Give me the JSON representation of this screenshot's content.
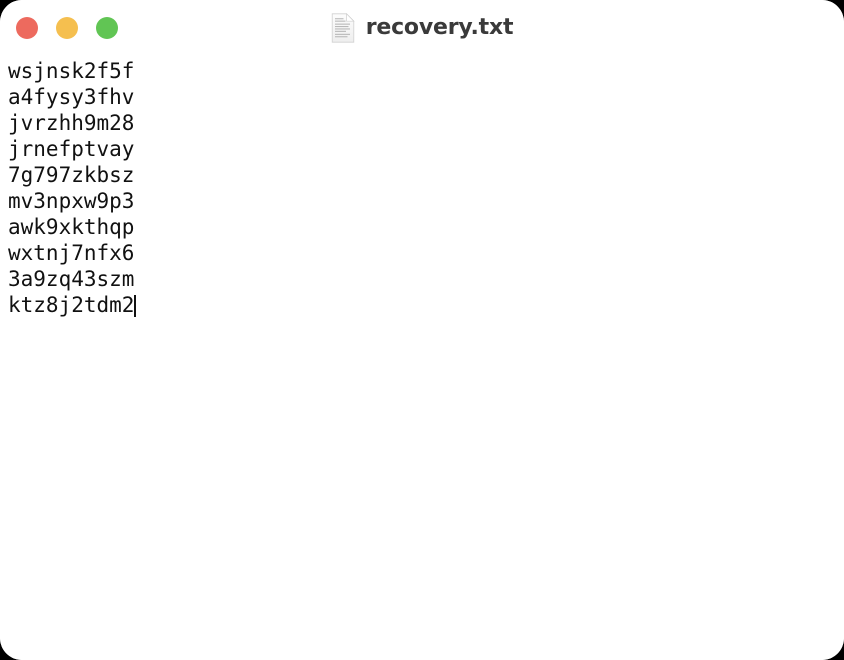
{
  "window": {
    "title": "recovery.txt",
    "icon": "document-icon",
    "controls": [
      {
        "name": "close",
        "label": "Close",
        "color": "#ED6A5E"
      },
      {
        "name": "minimize",
        "label": "Minimize",
        "color": "#F5BF4F"
      },
      {
        "name": "maximize",
        "label": "Maximize",
        "color": "#61C554"
      }
    ]
  },
  "editor": {
    "lines": [
      "wsjnsk2f5f",
      "a4fysy3fhv",
      "jvrzhh9m28",
      "jrnefptvay",
      "7g797zkbsz",
      "mv3npxw9p3",
      "awk9xkthqp",
      "wxtnj7nfx6",
      "3a9zq43szm",
      "ktz8j2tdm2"
    ],
    "caret_line_index": 9,
    "text_color": "#111111",
    "background_color": "#FFFFFF"
  }
}
